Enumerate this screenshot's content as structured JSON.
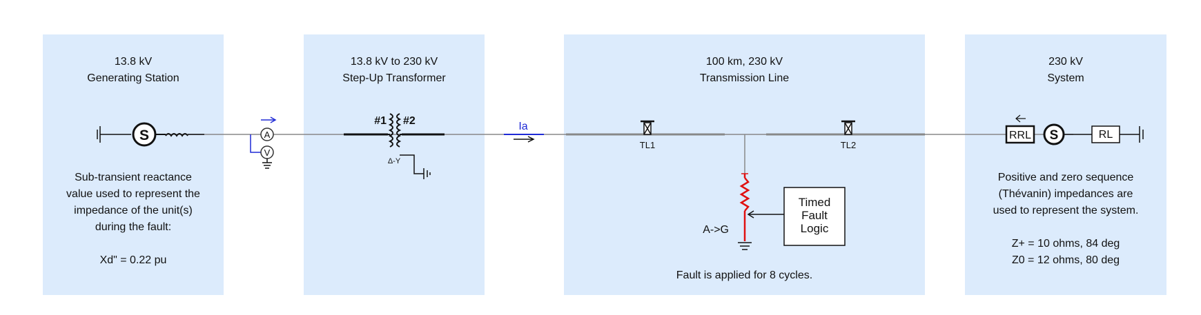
{
  "colors": {
    "panel_bg": "#dcebfc",
    "line": "#888888",
    "bus": "#111111",
    "meter_blue": "#1f2ad6",
    "fault_red": "#e01010"
  },
  "panels": {
    "generating_station": {
      "title_line1": "13.8 kV",
      "title_line2": "Generating Station",
      "note": [
        "Sub-transient reactance",
        "value used to represent the",
        "impedance of the unit(s)",
        "during the fault:",
        "",
        "Xd\" = 0.22 pu"
      ]
    },
    "transformer": {
      "title_line1": "13.8 kV to 230 kV",
      "title_line2": "Step-Up Transformer",
      "winding1": "#1",
      "winding2": "#2",
      "connection": "Δ-Y"
    },
    "transmission_line": {
      "title_line1": "100 km, 230 kV",
      "title_line2": "Transmission Line",
      "tl1": "TL1",
      "tl2": "TL2",
      "fault_type": "A->G",
      "timed_fault_logic": [
        "Timed",
        "Fault",
        "Logic"
      ],
      "note": "Fault is applied for 8 cycles."
    },
    "system": {
      "title_line1": "230 kV",
      "title_line2": "System",
      "rrl": "RRL",
      "rl": "RL",
      "note": [
        "Positive and zero sequence",
        "(Thévanin) impedances are",
        "used to represent the system.",
        "",
        "Z+ = 10 ohms, 84 deg",
        "Z0 = 12 ohms, 80 deg"
      ]
    }
  },
  "meters": {
    "ammeter": "A",
    "voltmeter": "V",
    "current_label": "Ia"
  },
  "icons": {
    "source": "ac-source-icon",
    "ground": "ground-icon",
    "inductor": "inductor-icon",
    "transformer": "transformer-icon",
    "tower": "transmission-tower-icon",
    "fault": "fault-icon"
  }
}
